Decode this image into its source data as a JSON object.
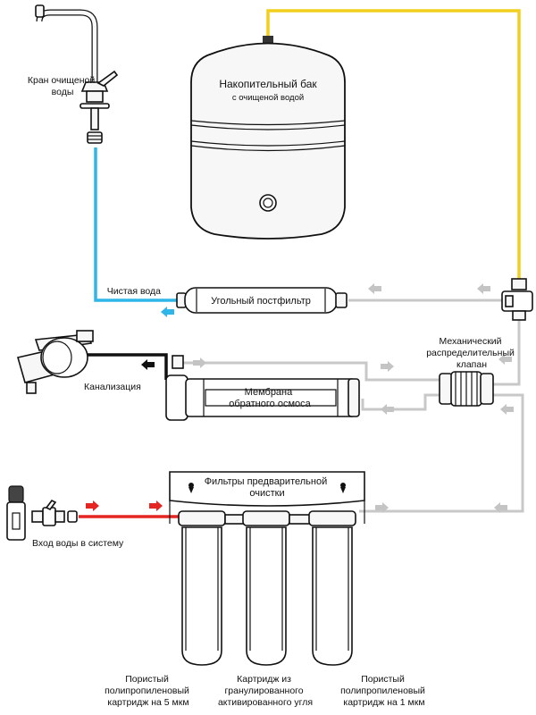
{
  "labels": {
    "faucet": [
      "Кран очищеной",
      "воды"
    ],
    "tank_title": "Накопительный бак",
    "tank_subtitle": "с очищеной водой",
    "clean_water": "Чистая вода",
    "postfilter": "Угольный постфильтр",
    "valve": [
      "Механический",
      "распределительный",
      "клапан"
    ],
    "drain": "Канализация",
    "membrane": [
      "Мембрана",
      "обратного осмоса"
    ],
    "prefilters": [
      "Фильтры предварительной",
      "очистки"
    ],
    "inlet": "Вход воды в систему",
    "cartridge_1": [
      "Пористый",
      "полипропиленовый",
      "картридж на 5 мкм"
    ],
    "cartridge_2": [
      "Картридж из",
      "гранулированного",
      "активированного угля"
    ],
    "cartridge_3": [
      "Пористый",
      "полипропиленовый",
      "картридж на 1 мкм"
    ]
  },
  "colors": {
    "clean_line": "#2fb6e8",
    "tank_line": "#f2cf1d",
    "raw_line": "#e52521",
    "drain_line": "#111111",
    "flow_line": "#c8c8c8",
    "flow_arrow": "#c4c4c4"
  }
}
